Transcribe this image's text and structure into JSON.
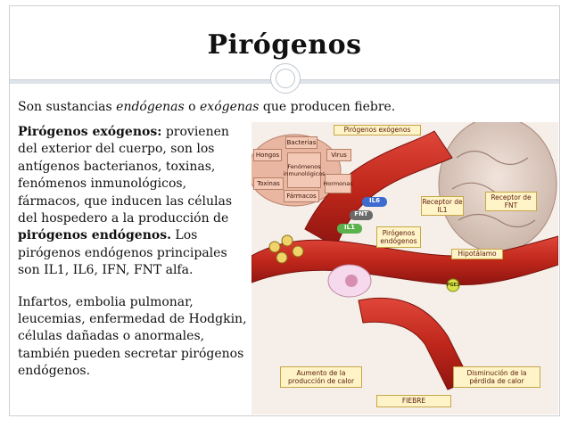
{
  "slide": {
    "title": "Pirógenos",
    "intro": {
      "t1": "Son sustancias ",
      "t2": "endógenas",
      "t3": " o ",
      "t4": "exógenas",
      "t5": " que producen fiebre."
    },
    "para1": {
      "b1": "Pirógenos exógenos:",
      "t1": " provienen del exterior del cuerpo, son los antígenos bacterianos, toxinas, fenómenos inmunológicos, fármacos, que inducen las células del hospedero a la producción de ",
      "b2": "pirógenos endógenos.",
      "t2": " Los pirógenos endógenos principales son IL1, IL6, IFN, FNT alfa."
    },
    "para2": "Infartos, embolia pulmonar, leucemias, enfermedad de Hodgkin, células dañadas o anormales, también pueden secretar pirógenos endógenos."
  },
  "diagram": {
    "pirogenos_exogenos": "Pirógenos exógenos",
    "bacterias": "Bacterias",
    "hongos": "Hongos",
    "virus": "Virus",
    "fenomenos": "Fenómenos inmunológicos",
    "toxinas": "Toxinas",
    "hormonas": "Hormonas",
    "farmacos": "Fármacos",
    "il6": "IL6",
    "fnt": "FNT",
    "il1": "IL1",
    "pirogenos_endogenos": "Pirógenos endógenos",
    "receptor_il1": "Receptor de IL1",
    "receptor_fnt": "Receptor de FNT",
    "hipotalamo": "Hipotálamo",
    "pge2": "PGE2",
    "aumento": "Aumento de la producción de calor",
    "disminucion": "Disminución de la pérdida de calor",
    "fiebre": "FIEBRE"
  },
  "colors": {
    "vessel": "#c0271b",
    "vessel_dark": "#8e1510",
    "label_bg": "#fff4c8",
    "label_border": "#c7a646",
    "cell": "#f3c9b5"
  }
}
